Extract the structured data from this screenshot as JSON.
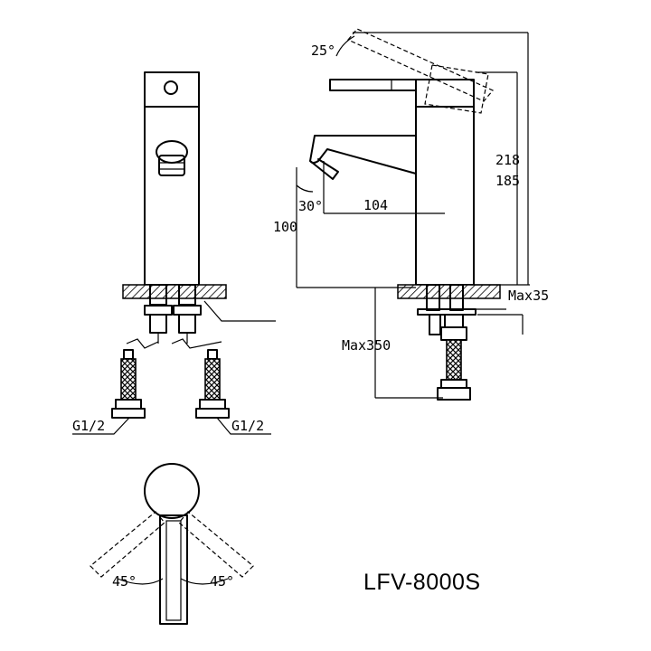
{
  "model": "LFV-8000S",
  "dimensions": {
    "handle_angle_side": "25°",
    "spout_angle": "30°",
    "total_height": "218",
    "body_height": "185",
    "spout_reach": "104",
    "spout_height": "100",
    "deck_thickness": "Max35",
    "hose_length": "Max350",
    "thread_left": "G1/2",
    "thread_right": "G1/2",
    "handle_rotation_left": "45°",
    "handle_rotation_right": "45°"
  }
}
